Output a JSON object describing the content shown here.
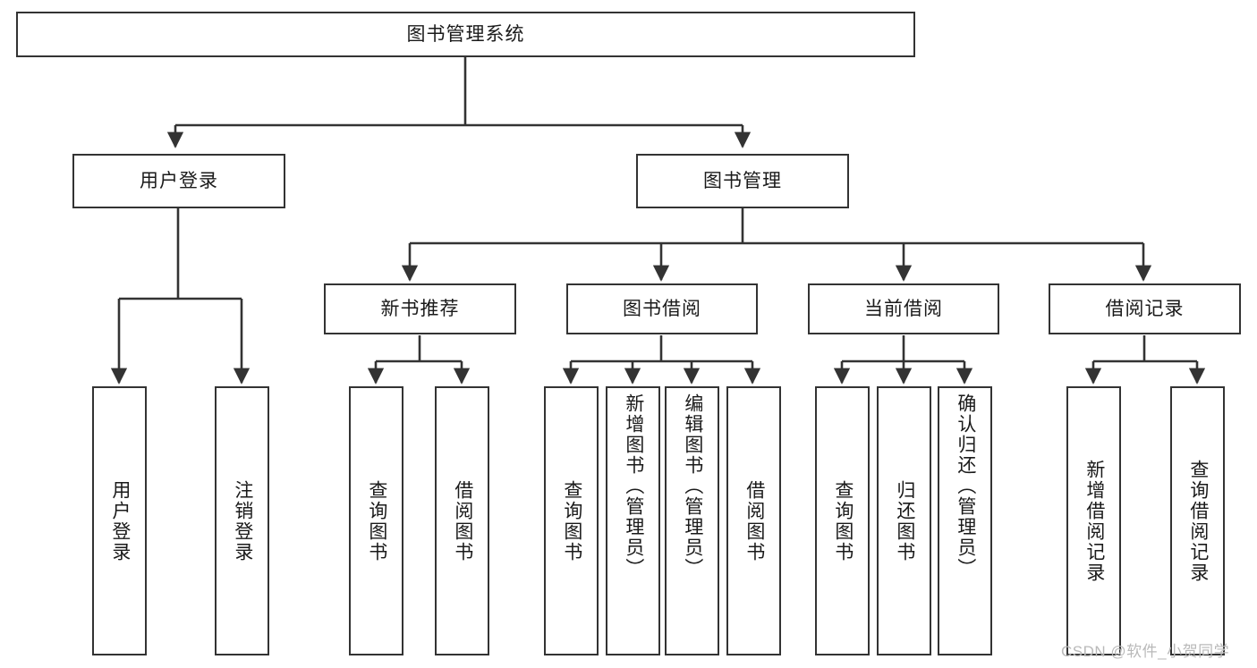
{
  "diagram": {
    "type": "tree",
    "title": "图书管理系统",
    "watermark": "CSDN @软件_小贺同学",
    "colors": {
      "background": "#ffffff",
      "border": "#333333",
      "text": "#1a1a1a",
      "edge": "#333333",
      "watermark": "#b9b9b9"
    },
    "levels": {
      "root": {
        "label": "图书管理系统"
      },
      "level2": [
        {
          "label": "用户登录"
        },
        {
          "label": "图书管理"
        }
      ],
      "level3": [
        {
          "label": "新书推荐"
        },
        {
          "label": "图书借阅"
        },
        {
          "label": "当前借阅"
        },
        {
          "label": "借阅记录"
        }
      ],
      "leaves": [
        {
          "label": "用户登录"
        },
        {
          "label": "注销登录"
        },
        {
          "label": "查询图书"
        },
        {
          "label": "借阅图书"
        },
        {
          "label": "查询图书"
        },
        {
          "label": "新增图书（管理员）"
        },
        {
          "label": "编辑图书（管理员）"
        },
        {
          "label": "借阅图书"
        },
        {
          "label": "查询图书"
        },
        {
          "label": "归还图书"
        },
        {
          "label": "确认归还（管理员）"
        },
        {
          "label": "新增借阅记录"
        },
        {
          "label": "查询借阅记录"
        }
      ]
    }
  }
}
